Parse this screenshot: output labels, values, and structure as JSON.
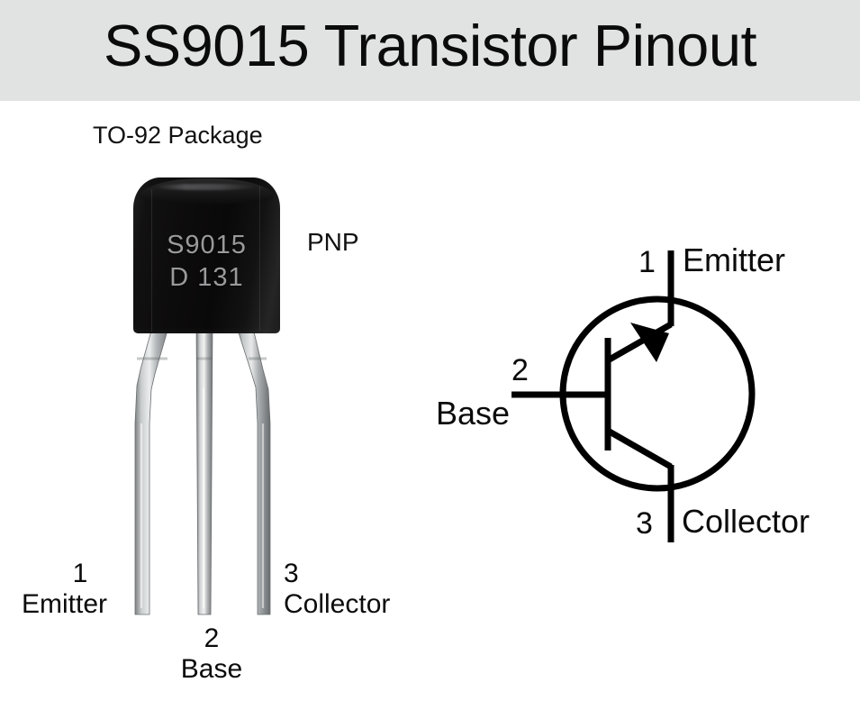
{
  "header": {
    "title": "SS9015 Transistor Pinout",
    "background_color": "#e1e2e2"
  },
  "photo": {
    "package_label": "TO-92 Package",
    "type_label": "PNP",
    "body_marking_line1": "S9015",
    "body_marking_line2": "D 131",
    "body_color": "#0d0c0c",
    "marking_color": "#9a9a9c",
    "lead_color": "#b9bcbd",
    "pins": [
      {
        "number": "1",
        "name": "Emitter"
      },
      {
        "number": "2",
        "name": "Base"
      },
      {
        "number": "3",
        "name": "Collector"
      }
    ]
  },
  "schematic": {
    "type": "PNP bipolar junction transistor",
    "line_color": "#000000",
    "pins": [
      {
        "number": "1",
        "name": "Emitter"
      },
      {
        "number": "2",
        "name": "Base"
      },
      {
        "number": "3",
        "name": "Collector"
      }
    ]
  }
}
